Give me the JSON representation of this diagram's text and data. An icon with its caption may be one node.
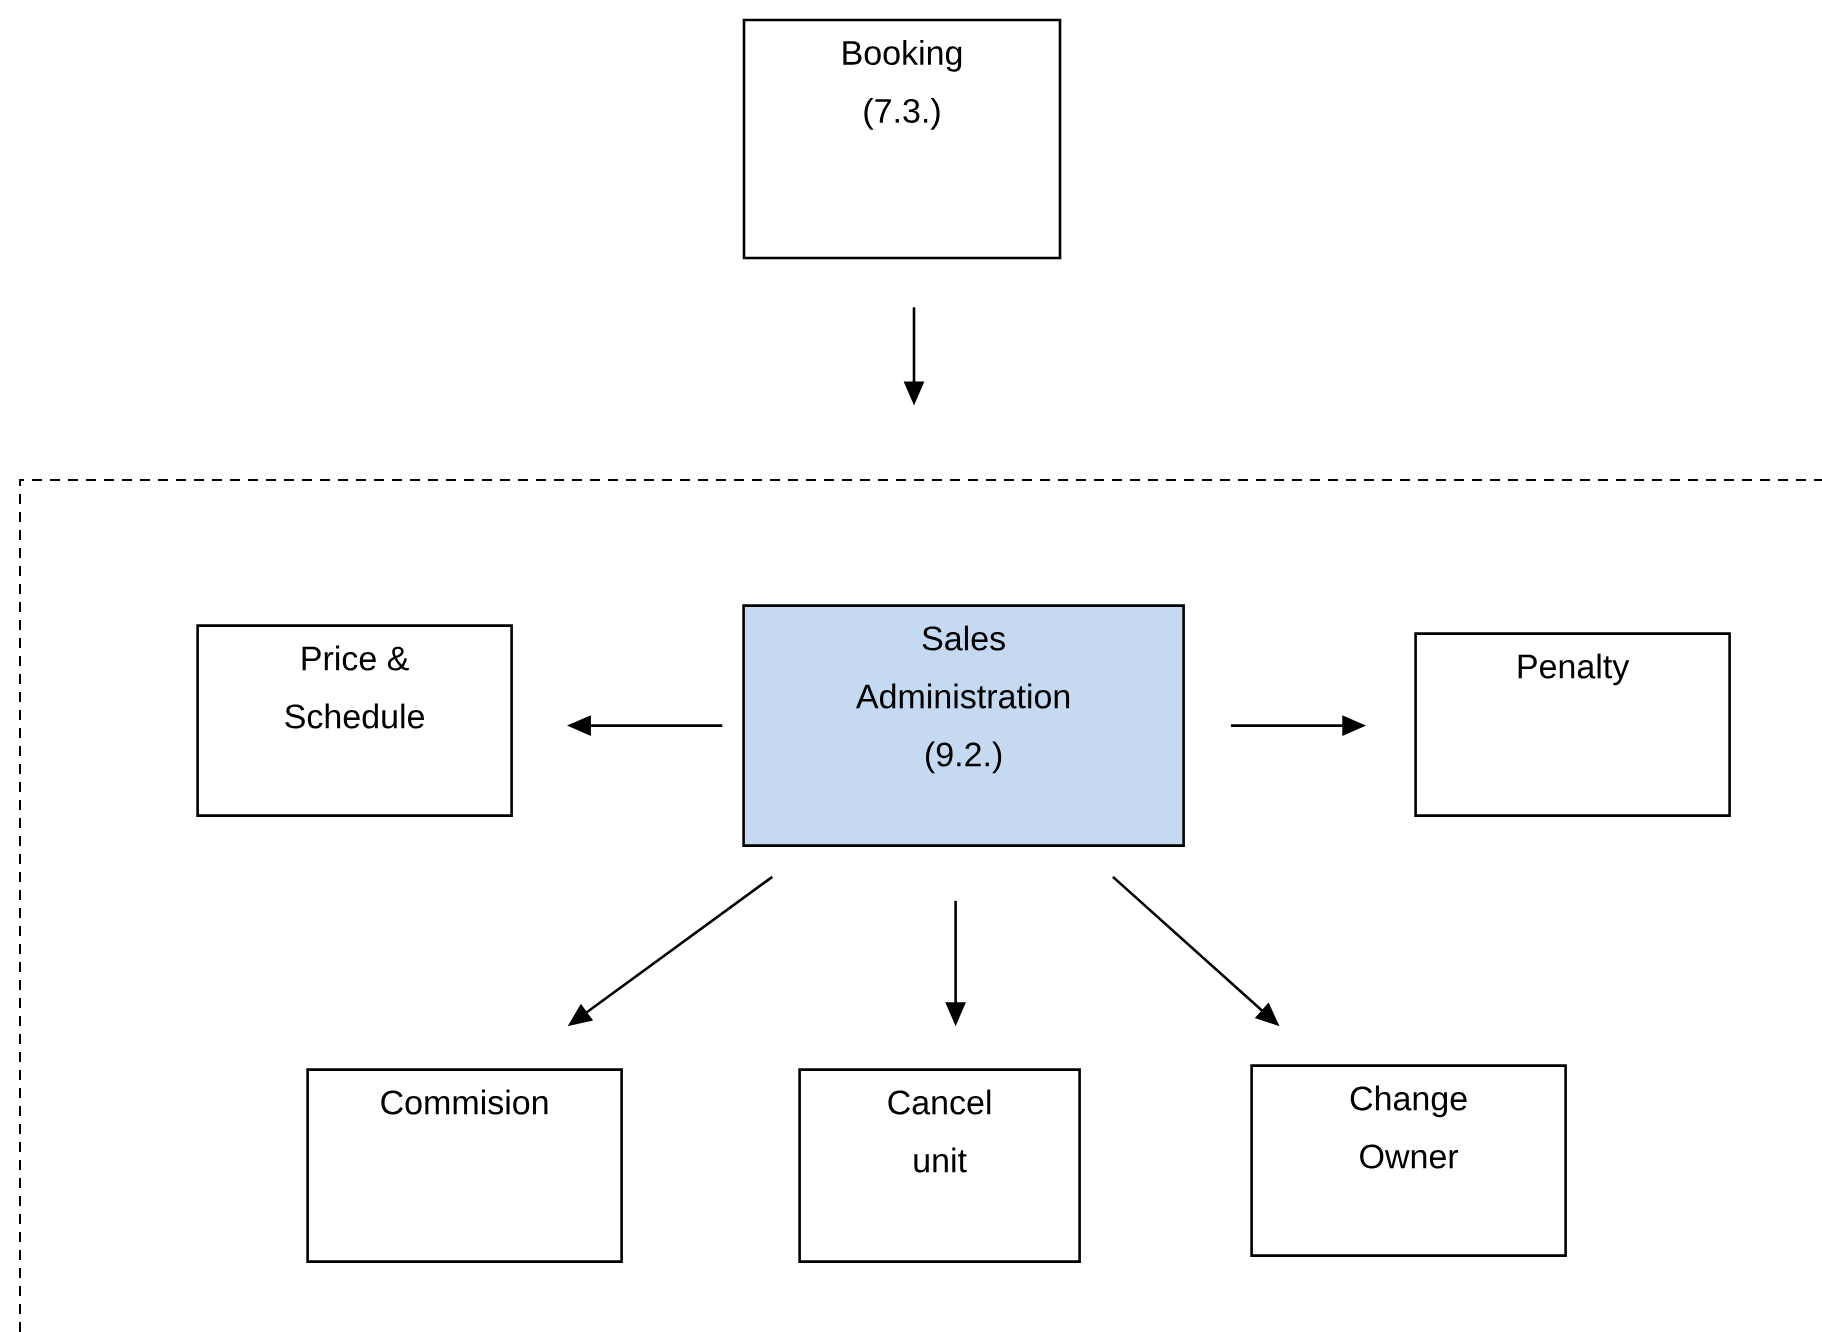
{
  "diagram": {
    "nodes": [
      {
        "text": [
          "Booking (7.3.)"
        ]
      },
      {
        "text": [],
        "shape": "box"
      },
      {
        "text": [
          "Price & Schedule"
        ],
        "in": 1
      },
      {
        "text": [
          "Sales Administration (9.2.)"
        ],
        "in": 1
      },
      {
        "text": [
          "Penalty"
        ],
        "in": 1
      },
      {
        "text": [
          "Commision"
        ],
        "in": 1
      },
      {
        "text": [
          "Cancel unit"
        ],
        "in": 1
      },
      {
        "text": [
          "Change Owner"
        ],
        "in": 1
      }
    ],
    "edges": [
      {
        "from": 0,
        "to": 1,
        "arrow": "to"
      },
      {
        "from": 3,
        "to": 2,
        "arrow": "to"
      },
      {
        "from": 3,
        "to": 4,
        "arrow": "to"
      },
      {
        "from": 3,
        "to": 5,
        "arrow": "to"
      },
      {
        "from": 3,
        "to": 6,
        "arrow": "to"
      },
      {
        "from": 3,
        "to": 7,
        "arrow": "to"
      }
    ]
  }
}
